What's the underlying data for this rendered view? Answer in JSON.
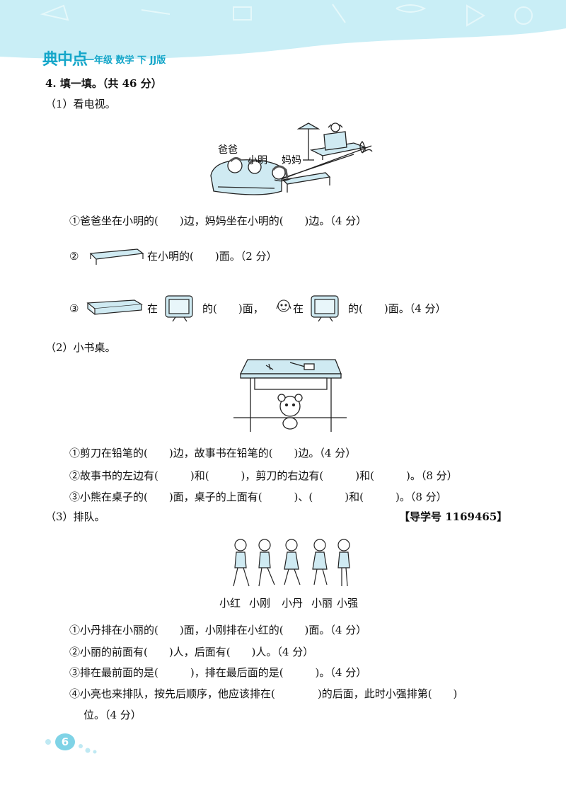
{
  "header": {
    "brand": "典中点",
    "grade_label": "一年级 数学 下 JJ版"
  },
  "q4_title": "4. 填一填。（共 46 分）",
  "part1": {
    "title": "（1）看电视。",
    "labels": {
      "father": "爸爸",
      "xiaoming": "小明",
      "mother": "妈妈"
    },
    "q1": "①爸爸坐在小明的(　　)边，妈妈坐在小明的(　　)边。（4 分）",
    "q2_num": "②",
    "q2_text": "在小明的(　　)面。（2 分）",
    "q3_num": "③",
    "q3_a": "在",
    "q3_b": "的(　　)面，",
    "q3_c": "在",
    "q3_d": "的(　　)面。（4 分）"
  },
  "part2": {
    "title": "（2）小书桌。",
    "q1": "①剪刀在铅笔的(　　)边，故事书在铅笔的(　　)边。（4 分）",
    "q2": "②故事书的左边有(　　　)和(　　　)，剪刀的右边有(　　　)和(　　　)。（8 分）",
    "q3": "③小熊在桌子的(　　)面，桌子的上面有(　　　)、(　　　)和(　　　)。（8 分）"
  },
  "part3": {
    "title": "（3）排队。",
    "ref": "【导学号 1169465】",
    "names": [
      "小红",
      "小刚",
      "小丹",
      "小丽",
      "小强"
    ],
    "q1": "①小丹排在小丽的(　　)面，小刚排在小红的(　　)面。（4 分）",
    "q2": "②小丽的前面有(　　)人，后面有(　　)人。（4 分）",
    "q3": "③排在最前面的是(　　　)，排在最后面的是(　　　)。（4 分）",
    "q4_line1": "④小亮也来排队，按先后顺序，他应该排在(　　　　)的后面，此时小强排第(　　)",
    "q4_line2": "位。（4 分）"
  },
  "page_number": "6",
  "colors": {
    "header": "#c9eef6",
    "accent": "#14a6c9",
    "tv_blue": "#cfeaf2"
  }
}
